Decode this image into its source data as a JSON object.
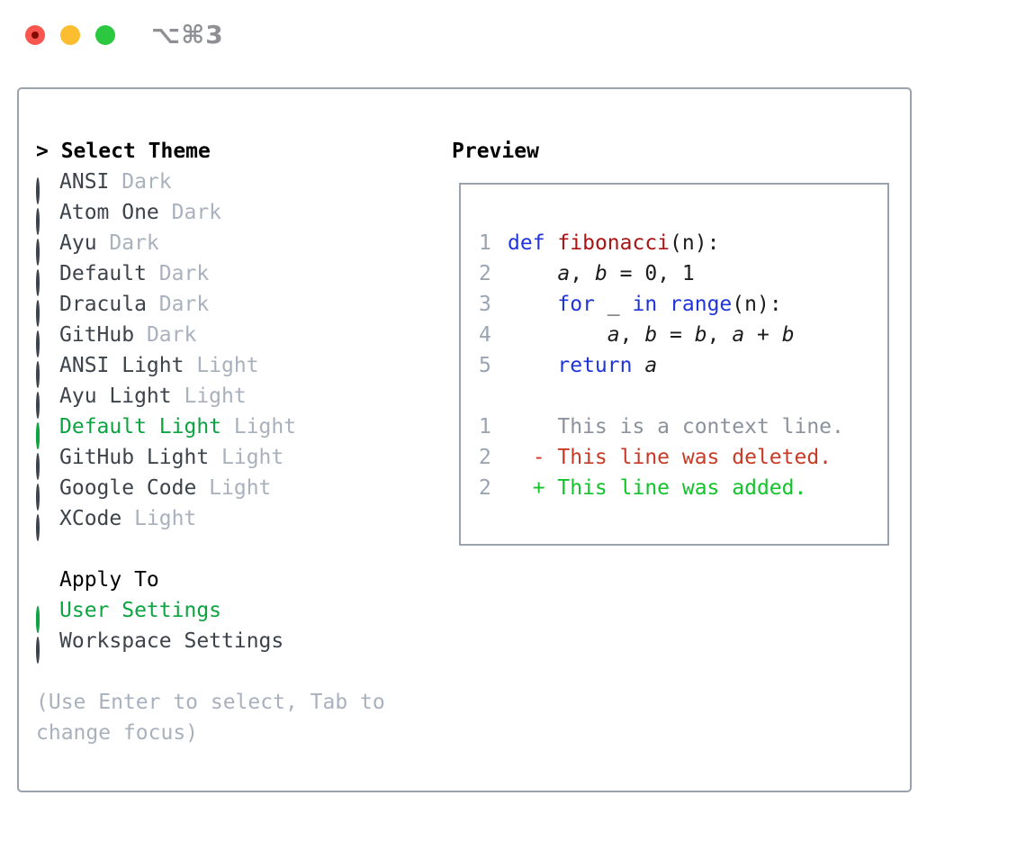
{
  "window": {
    "shortcut_label": "⌥⌘3",
    "traffic_lights": [
      {
        "name": "close-button",
        "color": "#f9564f"
      },
      {
        "name": "minimize-button",
        "color": "#fcbd2f"
      },
      {
        "name": "zoom-button",
        "color": "#2bc840"
      }
    ]
  },
  "theme_selector": {
    "cursor": "> ",
    "header": "Select Theme",
    "items": [
      {
        "name": "ANSI",
        "variant": "Dark",
        "selected": false
      },
      {
        "name": "Atom One",
        "variant": "Dark",
        "selected": false
      },
      {
        "name": "Ayu",
        "variant": "Dark",
        "selected": false
      },
      {
        "name": "Default",
        "variant": "Dark",
        "selected": false
      },
      {
        "name": "Dracula",
        "variant": "Dark",
        "selected": false
      },
      {
        "name": "GitHub",
        "variant": "Dark",
        "selected": false
      },
      {
        "name": "ANSI Light",
        "variant": "Light",
        "selected": false
      },
      {
        "name": "Ayu Light",
        "variant": "Light",
        "selected": false
      },
      {
        "name": "Default Light",
        "variant": "Light",
        "selected": true
      },
      {
        "name": "GitHub Light",
        "variant": "Light",
        "selected": false
      },
      {
        "name": "Google Code",
        "variant": "Light",
        "selected": false
      },
      {
        "name": "XCode",
        "variant": "Light",
        "selected": false
      }
    ]
  },
  "apply_to": {
    "header": "Apply To",
    "options": [
      {
        "label": "User Settings",
        "selected": true
      },
      {
        "label": "Workspace Settings",
        "selected": false
      }
    ]
  },
  "help_text": "(Use Enter to select, Tab to change focus)",
  "preview": {
    "header": "Preview",
    "code_lines": [
      {
        "num": "1",
        "segments": [
          [
            "def",
            "kw"
          ],
          [
            " ",
            "pl"
          ],
          [
            "fibonacci",
            "fn"
          ],
          [
            "(n):",
            "pl"
          ]
        ]
      },
      {
        "num": "2",
        "segments": [
          [
            "    ",
            "pl"
          ],
          [
            "a",
            "var"
          ],
          [
            ", ",
            "pl"
          ],
          [
            "b",
            "var"
          ],
          [
            " = 0, 1",
            "pl"
          ]
        ]
      },
      {
        "num": "3",
        "segments": [
          [
            "    ",
            "pl"
          ],
          [
            "for",
            "kw"
          ],
          [
            " _ ",
            "pl"
          ],
          [
            "in",
            "kw"
          ],
          [
            " ",
            "pl"
          ],
          [
            "range",
            "kw"
          ],
          [
            "(n):",
            "pl"
          ]
        ]
      },
      {
        "num": "4",
        "segments": [
          [
            "        ",
            "pl"
          ],
          [
            "a",
            "var"
          ],
          [
            ", ",
            "pl"
          ],
          [
            "b",
            "var"
          ],
          [
            " = ",
            "pl"
          ],
          [
            "b",
            "var"
          ],
          [
            ", ",
            "pl"
          ],
          [
            "a",
            "var"
          ],
          [
            " + ",
            "pl"
          ],
          [
            "b",
            "var"
          ]
        ]
      },
      {
        "num": "5",
        "segments": [
          [
            "    ",
            "pl"
          ],
          [
            "return",
            "kw"
          ],
          [
            " ",
            "pl"
          ],
          [
            "a",
            "var"
          ]
        ]
      }
    ],
    "diff_lines": [
      {
        "num": "1",
        "text": "    This is a context line.",
        "kind": "context"
      },
      {
        "num": "2",
        "text": "  - This line was deleted.",
        "kind": "deleted"
      },
      {
        "num": "2",
        "text": "  + This line was added.",
        "kind": "added"
      }
    ]
  },
  "colors": {
    "accent_green": "#0da342",
    "keyword_blue": "#1f35db",
    "function_red": "#aa1414",
    "diff_deleted": "#c93a26",
    "diff_added": "#13c32b",
    "muted_gray": "#a9b1bd",
    "border_gray": "#9aa2ae"
  }
}
